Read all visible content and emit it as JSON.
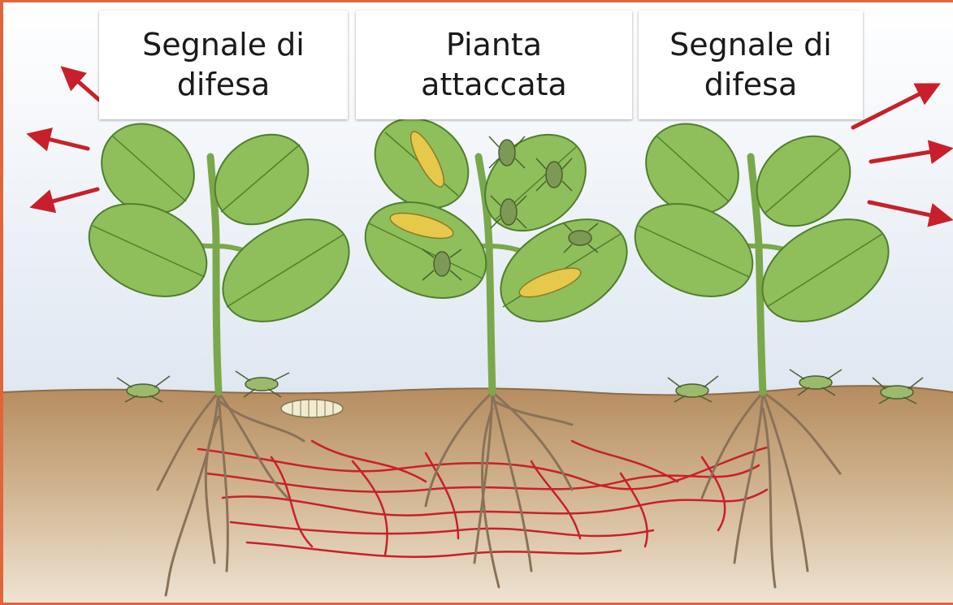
{
  "labels": {
    "left": "Segnale di\ndifesa",
    "center": "Pianta\nattaccata",
    "right": "Segnale di\ndifesa"
  },
  "colors": {
    "frame_border": "#e2643a",
    "sky_top": "#ffffff",
    "sky_bottom": "#dfe7f1",
    "soil_top": "#b58c5f",
    "soil_bottom": "#e8dac6",
    "leaf": "#8fbf5a",
    "leaf_vein": "#4f7f2c",
    "stem": "#7aa84a",
    "root": "#8a7258",
    "mycelium": "#c8202a",
    "signal_arrow": "#c8202a",
    "caterpillar": "#e6c94a",
    "insect": "#7c9a55"
  },
  "icons": [
    "signal-arrow",
    "plant",
    "caterpillar",
    "aphid",
    "mycorrhizal-network"
  ]
}
